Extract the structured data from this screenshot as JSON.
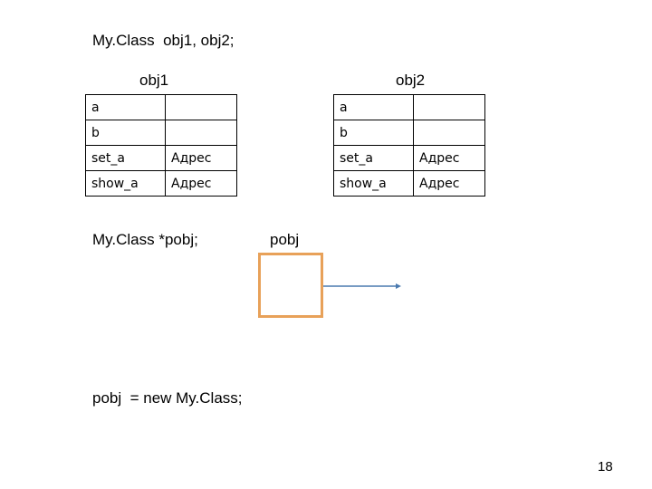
{
  "code": {
    "decl_objects": "My.Class  obj1, obj2;",
    "decl_pointer": "My.Class *pobj;",
    "new_stmt": "pobj  = new My.Class;"
  },
  "obj1": {
    "label": "obj1",
    "rows": [
      {
        "name": "a",
        "value": ""
      },
      {
        "name": "b",
        "value": ""
      },
      {
        "name": "set_a",
        "value": "Адрес"
      },
      {
        "name": "show_a",
        "value": "Адрес"
      }
    ]
  },
  "obj2": {
    "label": "obj2",
    "rows": [
      {
        "name": "a",
        "value": ""
      },
      {
        "name": "b",
        "value": ""
      },
      {
        "name": "set_a",
        "value": "Адрес"
      },
      {
        "name": "show_a",
        "value": "Адрес"
      }
    ]
  },
  "pointer": {
    "label": "pobj",
    "box_color": "#E8A159",
    "arrow_color": "#4A7AAF"
  },
  "page_number": "18"
}
